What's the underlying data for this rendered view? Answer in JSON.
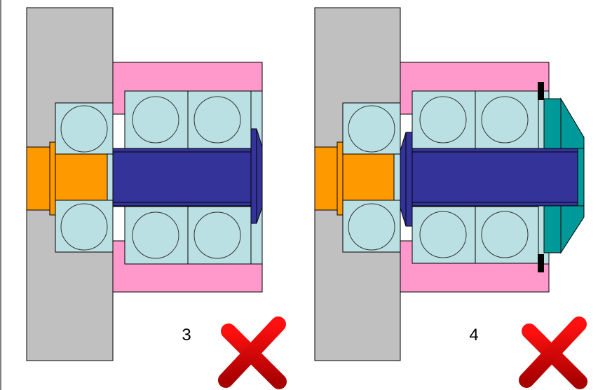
{
  "panels": [
    {
      "label": "3",
      "verdict": "incorrect"
    },
    {
      "label": "4",
      "verdict": "incorrect"
    }
  ],
  "colors": {
    "housing": "#c0c0c0",
    "cover": "#ff99cc",
    "bearing": "#bbe0e3",
    "shaft_orange": "#ff9900",
    "bolt": "#333399",
    "nut": "#009999",
    "clip": "#000000",
    "cross": "#e00000"
  }
}
